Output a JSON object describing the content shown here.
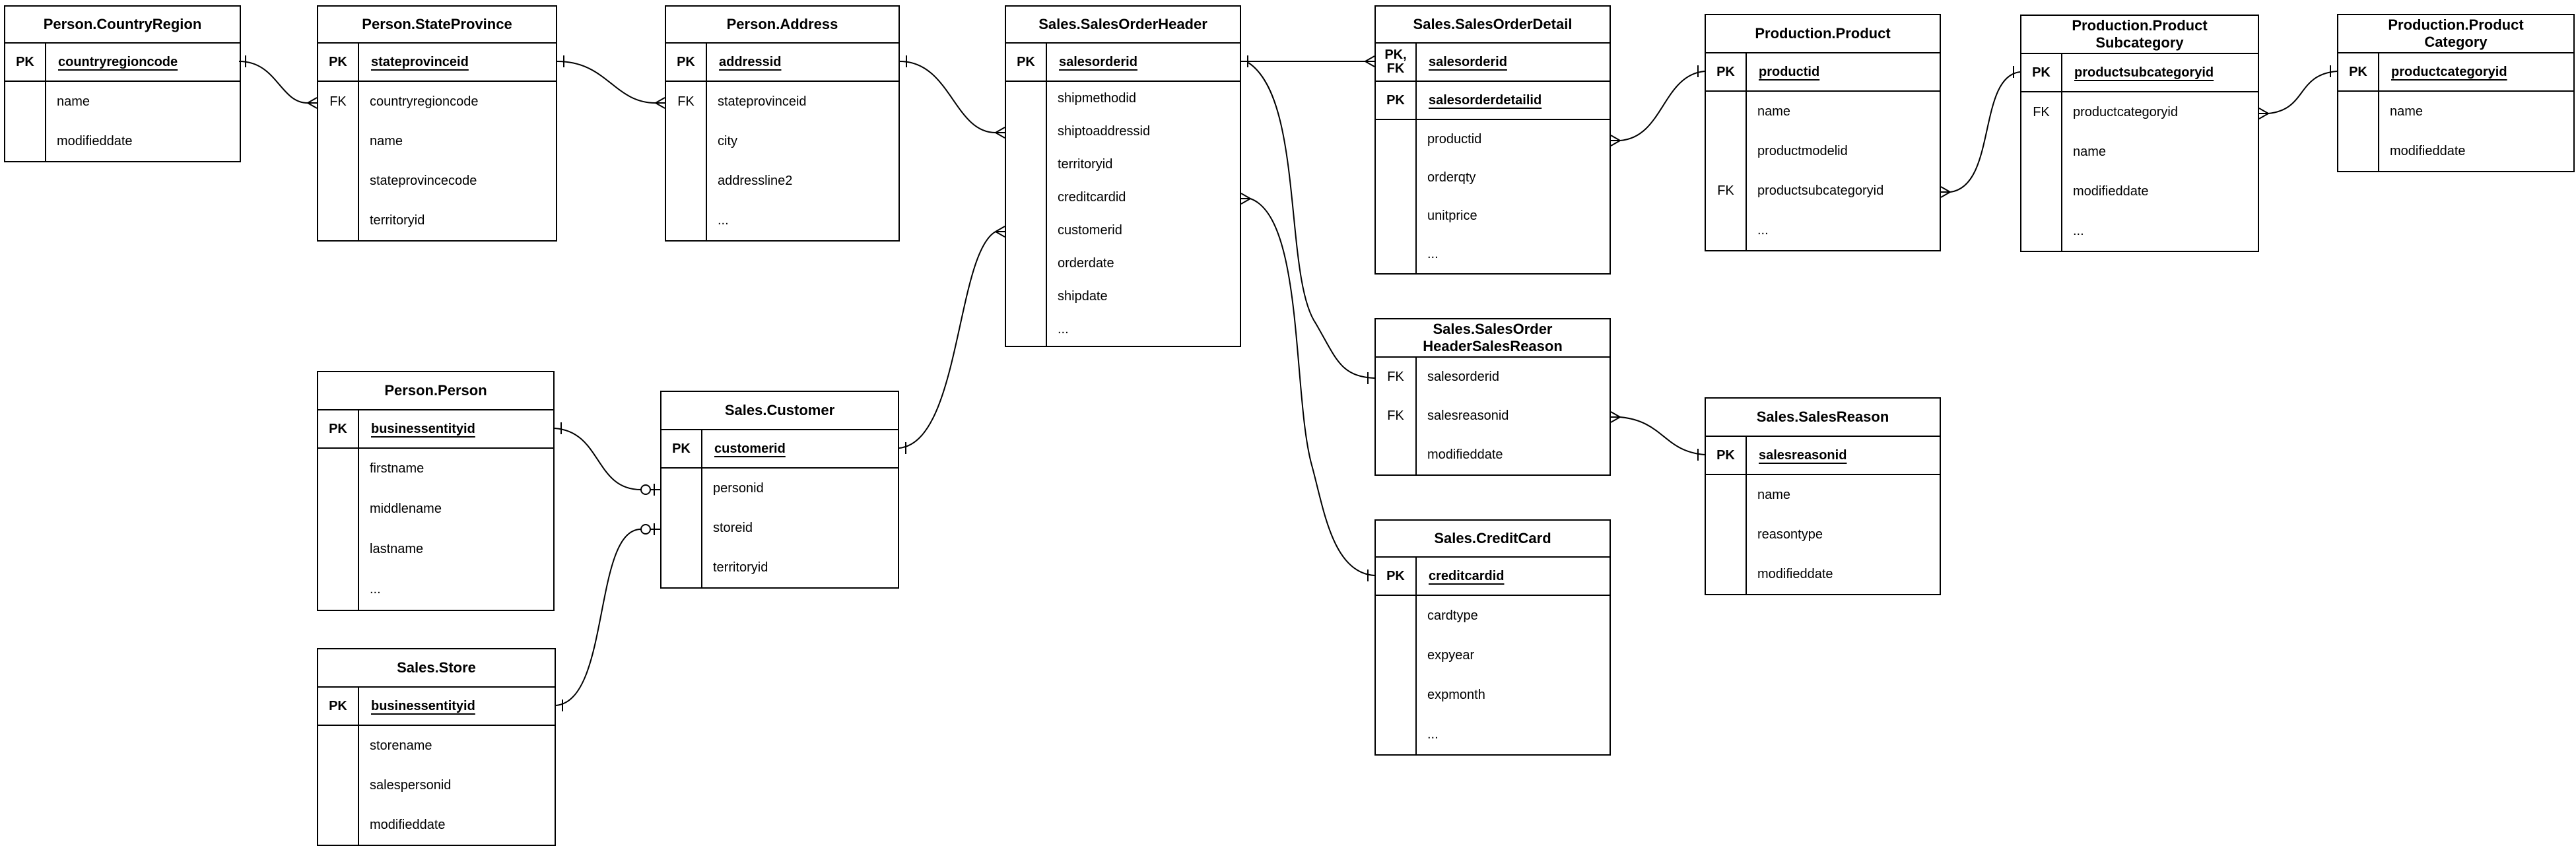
{
  "diagram": {
    "type": "entity-relationship",
    "background_color": "#ffffff",
    "line_color": "#000000",
    "tables": [
      {
        "id": "countryregion",
        "title": "Person.CountryRegion",
        "title_lines": [
          "Person.CountryRegion"
        ],
        "pk_rows": [
          {
            "key": "PK",
            "name": "countryregioncode"
          }
        ],
        "attrs": [
          {
            "key": "",
            "name": "name"
          },
          {
            "key": "",
            "name": "modifieddate"
          }
        ]
      },
      {
        "id": "stateprovince",
        "title": "Person.StateProvince",
        "title_lines": [
          "Person.StateProvince"
        ],
        "pk_rows": [
          {
            "key": "PK",
            "name": "stateprovinceid"
          }
        ],
        "attrs": [
          {
            "key": "FK",
            "name": "countryregioncode"
          },
          {
            "key": "",
            "name": "name"
          },
          {
            "key": "",
            "name": "stateprovincecode"
          },
          {
            "key": "",
            "name": "territoryid"
          }
        ]
      },
      {
        "id": "address",
        "title": "Person.Address",
        "title_lines": [
          "Person.Address"
        ],
        "pk_rows": [
          {
            "key": "PK",
            "name": "addressid"
          }
        ],
        "attrs": [
          {
            "key": "FK",
            "name": "stateprovinceid"
          },
          {
            "key": "",
            "name": "city"
          },
          {
            "key": "",
            "name": "addressline2"
          },
          {
            "key": "",
            "name": "..."
          }
        ]
      },
      {
        "id": "salesorderheader",
        "title": "Sales.SalesOrderHeader",
        "title_lines": [
          "Sales.SalesOrderHeader"
        ],
        "pk_rows": [
          {
            "key": "PK",
            "name": "salesorderid"
          }
        ],
        "attrs": [
          {
            "key": "",
            "name": "shipmethodid"
          },
          {
            "key": "",
            "name": "shiptoaddressid"
          },
          {
            "key": "",
            "name": "territoryid"
          },
          {
            "key": "",
            "name": "creditcardid"
          },
          {
            "key": "",
            "name": "customerid"
          },
          {
            "key": "",
            "name": "orderdate"
          },
          {
            "key": "",
            "name": "shipdate"
          },
          {
            "key": "",
            "name": "..."
          }
        ]
      },
      {
        "id": "salesorderdetail",
        "title": "Sales.SalesOrderDetail",
        "title_lines": [
          "Sales.SalesOrderDetail"
        ],
        "pk_rows": [
          {
            "key": "PK,\nFK",
            "name": "salesorderid"
          },
          {
            "key": "PK",
            "name": "salesorderdetailid"
          }
        ],
        "attrs": [
          {
            "key": "",
            "name": "productid"
          },
          {
            "key": "",
            "name": "orderqty"
          },
          {
            "key": "",
            "name": "unitprice"
          },
          {
            "key": "",
            "name": "..."
          }
        ]
      },
      {
        "id": "product",
        "title": "Production.Product",
        "title_lines": [
          "Production.Product"
        ],
        "pk_rows": [
          {
            "key": "PK",
            "name": "productid"
          }
        ],
        "attrs": [
          {
            "key": "",
            "name": "name"
          },
          {
            "key": "",
            "name": "productmodelid"
          },
          {
            "key": "FK",
            "name": "productsubcategoryid"
          },
          {
            "key": "",
            "name": "..."
          }
        ]
      },
      {
        "id": "productsubcategory",
        "title": "Production.ProductSubcategory",
        "title_lines": [
          "Production.Product",
          "Subcategory"
        ],
        "pk_rows": [
          {
            "key": "PK",
            "name": "productsubcategoryid"
          }
        ],
        "attrs": [
          {
            "key": "FK",
            "name": "productcategoryid"
          },
          {
            "key": "",
            "name": "name"
          },
          {
            "key": "",
            "name": "modifieddate"
          },
          {
            "key": "",
            "name": "..."
          }
        ]
      },
      {
        "id": "productcategory",
        "title": "Production.ProductCategory",
        "title_lines": [
          "Production.Product",
          "Category"
        ],
        "pk_rows": [
          {
            "key": "PK",
            "name": "productcategoryid"
          }
        ],
        "attrs": [
          {
            "key": "",
            "name": "name"
          },
          {
            "key": "",
            "name": "modifieddate"
          }
        ]
      },
      {
        "id": "person",
        "title": "Person.Person",
        "title_lines": [
          "Person.Person"
        ],
        "pk_rows": [
          {
            "key": "PK",
            "name": "businessentityid"
          }
        ],
        "attrs": [
          {
            "key": "",
            "name": "firstname"
          },
          {
            "key": "",
            "name": "middlename"
          },
          {
            "key": "",
            "name": "lastname"
          },
          {
            "key": "",
            "name": "..."
          }
        ]
      },
      {
        "id": "customer",
        "title": "Sales.Customer",
        "title_lines": [
          "Sales.Customer"
        ],
        "pk_rows": [
          {
            "key": "PK",
            "name": "customerid"
          }
        ],
        "attrs": [
          {
            "key": "",
            "name": "personid"
          },
          {
            "key": "",
            "name": "storeid"
          },
          {
            "key": "",
            "name": "territoryid"
          }
        ]
      },
      {
        "id": "store",
        "title": "Sales.Store",
        "title_lines": [
          "Sales.Store"
        ],
        "pk_rows": [
          {
            "key": "PK",
            "name": "businessentityid"
          }
        ],
        "attrs": [
          {
            "key": "",
            "name": "storename"
          },
          {
            "key": "",
            "name": "salespersonid"
          },
          {
            "key": "",
            "name": "modifieddate"
          }
        ]
      },
      {
        "id": "salesorderheadersalesreason",
        "title": "Sales.SalesOrderHeaderSalesReason",
        "title_lines": [
          "Sales.SalesOrder",
          "HeaderSalesReason"
        ],
        "pk_rows": [],
        "attrs": [
          {
            "key": "FK",
            "name": "salesorderid"
          },
          {
            "key": "FK",
            "name": "salesreasonid"
          },
          {
            "key": "",
            "name": "modifieddate"
          }
        ]
      },
      {
        "id": "salesreason",
        "title": "Sales.SalesReason",
        "title_lines": [
          "Sales.SalesReason"
        ],
        "pk_rows": [
          {
            "key": "PK",
            "name": "salesreasonid"
          }
        ],
        "attrs": [
          {
            "key": "",
            "name": "name"
          },
          {
            "key": "",
            "name": "reasontype"
          },
          {
            "key": "",
            "name": "modifieddate"
          }
        ]
      },
      {
        "id": "creditcard",
        "title": "Sales.CreditCard",
        "title_lines": [
          "Sales.CreditCard"
        ],
        "pk_rows": [
          {
            "key": "PK",
            "name": "creditcardid"
          }
        ],
        "attrs": [
          {
            "key": "",
            "name": "cardtype"
          },
          {
            "key": "",
            "name": "expyear"
          },
          {
            "key": "",
            "name": "expmonth"
          },
          {
            "key": "",
            "name": "..."
          }
        ]
      }
    ],
    "relationships": [
      {
        "from": "Person.CountryRegion.countryregioncode",
        "from_cardinality": "one",
        "to": "Person.StateProvince.countryregioncode",
        "to_cardinality": "many"
      },
      {
        "from": "Person.StateProvince.stateprovinceid",
        "from_cardinality": "one",
        "to": "Person.Address.stateprovinceid",
        "to_cardinality": "many"
      },
      {
        "from": "Person.Address.addressid",
        "from_cardinality": "one",
        "to": "Sales.SalesOrderHeader.shiptoaddressid",
        "to_cardinality": "many"
      },
      {
        "from": "Sales.Customer.customerid",
        "from_cardinality": "one",
        "to": "Sales.SalesOrderHeader.customerid",
        "to_cardinality": "many"
      },
      {
        "from": "Person.Person.businessentityid",
        "from_cardinality": "one",
        "to": "Sales.Customer.personid",
        "to_cardinality": "zero-or-one"
      },
      {
        "from": "Sales.Store.businessentityid",
        "from_cardinality": "one",
        "to": "Sales.Customer.storeid",
        "to_cardinality": "zero-or-one"
      },
      {
        "from": "Sales.SalesOrderHeader.salesorderid",
        "from_cardinality": "one",
        "to": "Sales.SalesOrderDetail.salesorderid",
        "to_cardinality": "many"
      },
      {
        "from": "Sales.SalesOrderHeader.salesorderid",
        "from_cardinality": "one",
        "to": "Sales.SalesOrderHeaderSalesReason.salesorderid",
        "to_cardinality": "one"
      },
      {
        "from": "Sales.CreditCard.creditcardid",
        "from_cardinality": "one",
        "to": "Sales.SalesOrderHeader.creditcardid",
        "to_cardinality": "many"
      },
      {
        "from": "Production.Product.productid",
        "from_cardinality": "one",
        "to": "Sales.SalesOrderDetail.productid",
        "to_cardinality": "many"
      },
      {
        "from": "Sales.SalesReason.salesreasonid",
        "from_cardinality": "one",
        "to": "Sales.SalesOrderHeaderSalesReason.salesreasonid",
        "to_cardinality": "many"
      },
      {
        "from": "Production.ProductSubcategory.productsubcategoryid",
        "from_cardinality": "one",
        "to": "Production.Product.productsubcategoryid",
        "to_cardinality": "many"
      },
      {
        "from": "Production.ProductCategory.productcategoryid",
        "from_cardinality": "one",
        "to": "Production.ProductSubcategory.productcategoryid",
        "to_cardinality": "many"
      }
    ]
  }
}
